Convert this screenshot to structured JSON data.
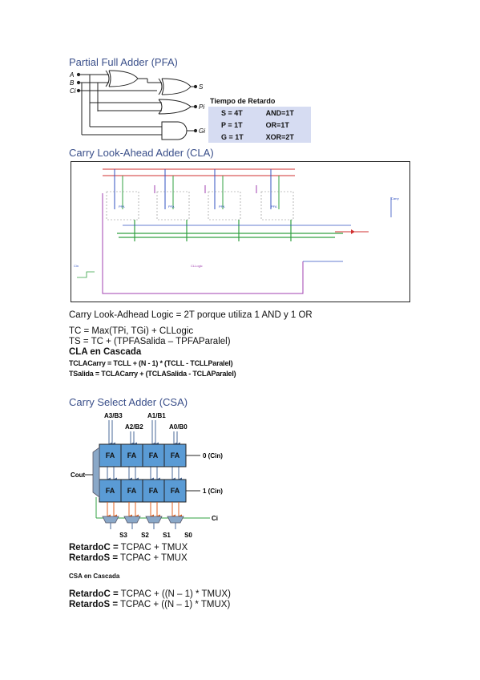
{
  "pfa": {
    "title": "Partial Full Adder (PFA)",
    "inputs": [
      "A",
      "B",
      "Ci"
    ],
    "outputs": [
      "S",
      "Pi",
      "Gi"
    ],
    "delay_table": {
      "header": "Tiempo de Retardo",
      "rows": [
        [
          "S = 4T",
          "AND=1T"
        ],
        [
          "P = 1T",
          "OR=1T"
        ],
        [
          "G = 1T",
          "XOR=2T"
        ]
      ]
    }
  },
  "cla": {
    "title": "Carry Look-Ahead Adder (CLA)",
    "logic_text": "Carry Look-Adhead Logic = 2T porque utiliza 1 AND y 1 OR",
    "formula_tc": "TC = Max(TPi, TGi) + CLLogic",
    "formula_ts": "TS = TC + (TPFASalida – TPFAParalel)",
    "cascade_title": "CLA en Cascada",
    "cascade_carry": "TCLACarry = TCLL + (N - 1) * (TCLL - TCLLParalel)",
    "cascade_sum": "TSalida = TCLACarry + (TCLASalida - TCLAParalel)"
  },
  "csa": {
    "title": "Carry Select Adder (CSA)",
    "input_labels": [
      "A3/B3",
      "A2/B2",
      "A1/B1",
      "A0/B0"
    ],
    "fa_label": "FA",
    "row0_label": "0 (Cin)",
    "row1_label": "1 (Cin)",
    "cout_label": "Cout",
    "ci_label": "Ci",
    "sum_labels": [
      "S3",
      "S2",
      "S1",
      "S0"
    ],
    "retardo_c_label": "RetardoC =",
    "retardo_c_value": " TCPAC + TMUX",
    "retardo_s_label": "RetardoS =",
    "retardo_s_value": " TCPAC + TMUX",
    "cascade_title": "CSA en Cascada",
    "cascade_c_label": "RetardoC =",
    "cascade_c_value": " TCPAC + ((N – 1) * TMUX)",
    "cascade_s_label": "RetardoS =",
    "cascade_s_value": " TCPAC + ((N – 1) * TMUX)"
  },
  "colors": {
    "heading": "#3a4f8a",
    "fa_block": "#5a9bd5",
    "mux": "#8aa8c8",
    "table_bg": "#d6dcf2"
  }
}
